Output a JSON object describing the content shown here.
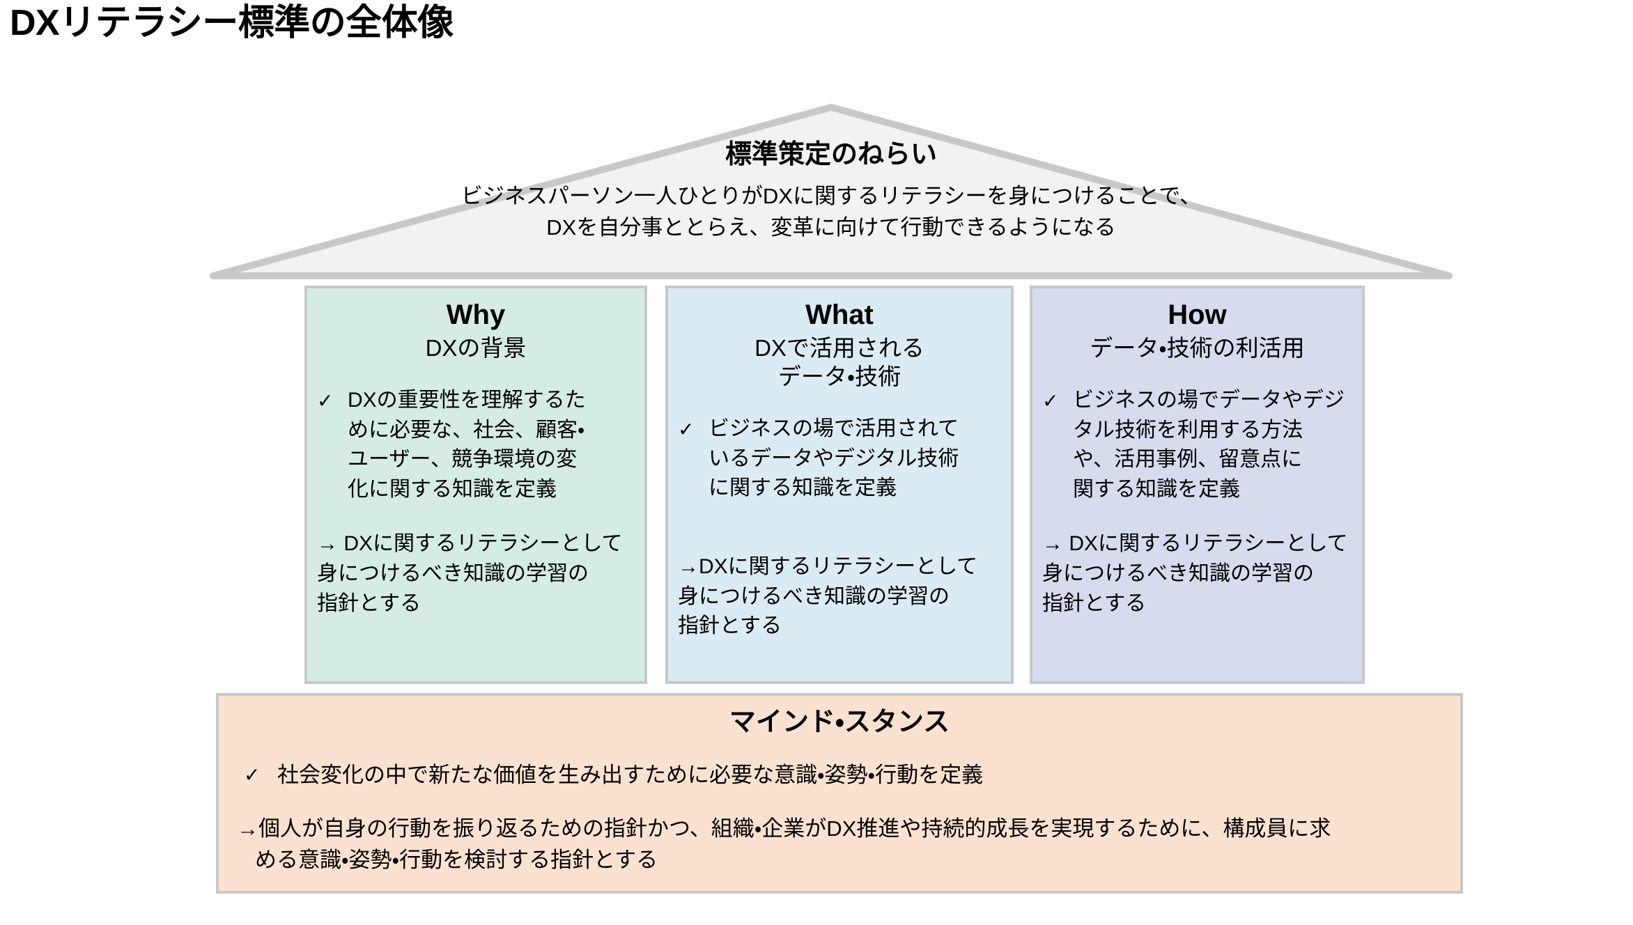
{
  "page": {
    "title": "DXリテラシー標準の全体像",
    "background_color": "#FFFFFF"
  },
  "roof": {
    "name": "standard-purpose-roof",
    "heading": "標準策定のねらい",
    "body_lines": [
      "ビジネスパーソン一人ひとりがDXに関するリテラシーを身につけることで、",
      "DXを自分事ととらえ、変革に向けて行動できるようになる"
    ],
    "fill_color": "#F2F2F2",
    "border_color": "#C8C8C8"
  },
  "pillars": [
    {
      "id": "why",
      "title": "Why",
      "subtitle_lines": [
        "DXの背景"
      ],
      "bullet_mark": "check-mark",
      "bullet_glyph": "✓",
      "bullet_lines": [
        "DXの重要性を理解するた",
        "めに必要な、社会、顧客・",
        "ユーザー、競争環境の変",
        "化に関する知識を定義"
      ],
      "arrow_lines": [
        "→ DXに関するリテラシーとして",
        "身につけるべき知識の学習の",
        "指針とする"
      ],
      "fill_color": "#D4ECE3",
      "border_color": "#C8C8C8"
    },
    {
      "id": "what",
      "title": "What",
      "subtitle_lines": [
        "DXで活用される",
        "データ・技術"
      ],
      "bullet_mark": "check-mark",
      "bullet_glyph": "✓",
      "bullet_lines": [
        "ビジネスの場で活用されて",
        "いるデータやデジタル技術",
        "に関する知識を定義"
      ],
      "arrow_lines": [
        "→DXに関するリテラシーとして",
        "身につけるべき知識の学習の",
        "指針とする"
      ],
      "fill_color": "#DBEBF3",
      "border_color": "#C8C8C8"
    },
    {
      "id": "how",
      "title": "How",
      "subtitle_lines": [
        "データ・技術の利活用"
      ],
      "bullet_mark": "check-mark",
      "bullet_glyph": "✓",
      "bullet_lines": [
        "ビジネスの場でデータやデジ",
        "タル技術を利用する方法",
        "や、活用事例、留意点に",
        "関する知識を定義"
      ],
      "arrow_lines": [
        "→ DXに関するリテラシーとして",
        "身につけるべき知識の学習の",
        "指針とする"
      ],
      "fill_color": "#D6DBEE",
      "border_color": "#C8C8C8"
    }
  ],
  "mind_stance": {
    "name": "mind-stance-base",
    "title": "マインド・スタンス",
    "bullet_mark": "check-mark",
    "bullet_glyph": "✓",
    "bullet_text": "社会変化の中で新たな価値を生み出すために必要な意識・姿勢・行動を定義",
    "arrow_lines": [
      "→個人が自身の行動を振り返るための指針かつ、組織・企業がDX推進や持続的成長を実現するために、構成員に求",
      "める意識・姿勢・行動を検討する指針とする"
    ],
    "fill_color": "#FBE2D0",
    "border_color": "#C8C8C8"
  }
}
